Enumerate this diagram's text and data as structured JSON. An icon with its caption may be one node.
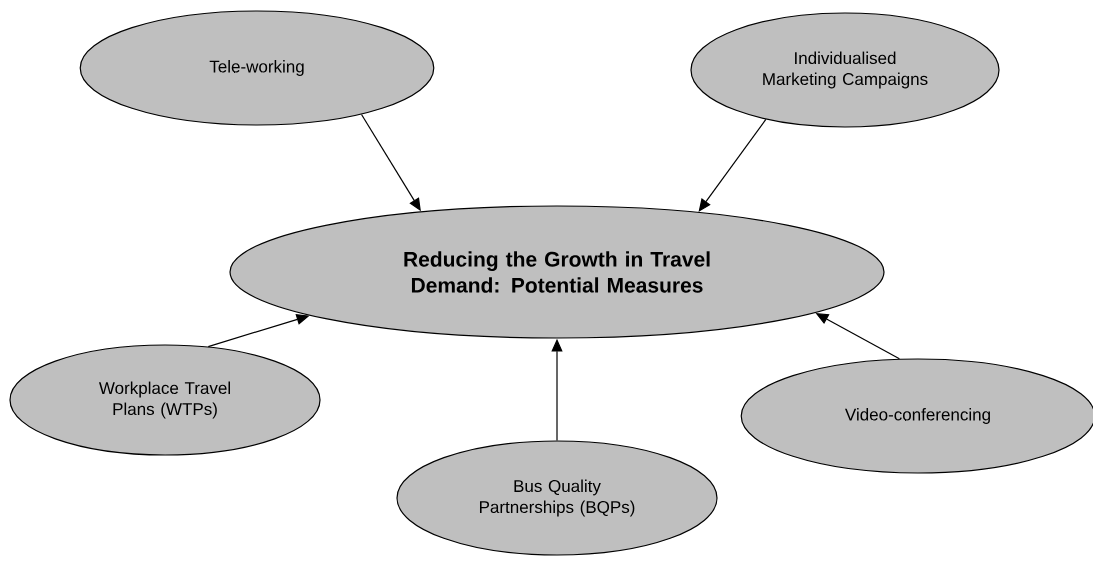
{
  "diagram": {
    "nodes": [
      {
        "text": [
          "Tele-working"
        ]
      },
      {
        "text": [
          "Individualised Marketing Campaigns"
        ]
      },
      {
        "text": [
          "Reducing the Growth in Travel Demand: Potential Measures"
        ]
      },
      {
        "text": [
          "Workplace Travel Plans (WTPs)"
        ]
      },
      {
        "text": [
          "Video-conferencing"
        ]
      },
      {
        "text": [
          "Bus Quality Partnerships (BQPs)"
        ]
      }
    ],
    "edges": [
      {
        "from": 0,
        "to": 2,
        "arrow": "to"
      },
      {
        "from": 1,
        "to": 2,
        "arrow": "to"
      },
      {
        "from": 3,
        "to": 2,
        "arrow": "to"
      },
      {
        "from": 4,
        "to": 2,
        "arrow": "to"
      },
      {
        "from": 5,
        "to": 2,
        "arrow": "to"
      }
    ]
  }
}
